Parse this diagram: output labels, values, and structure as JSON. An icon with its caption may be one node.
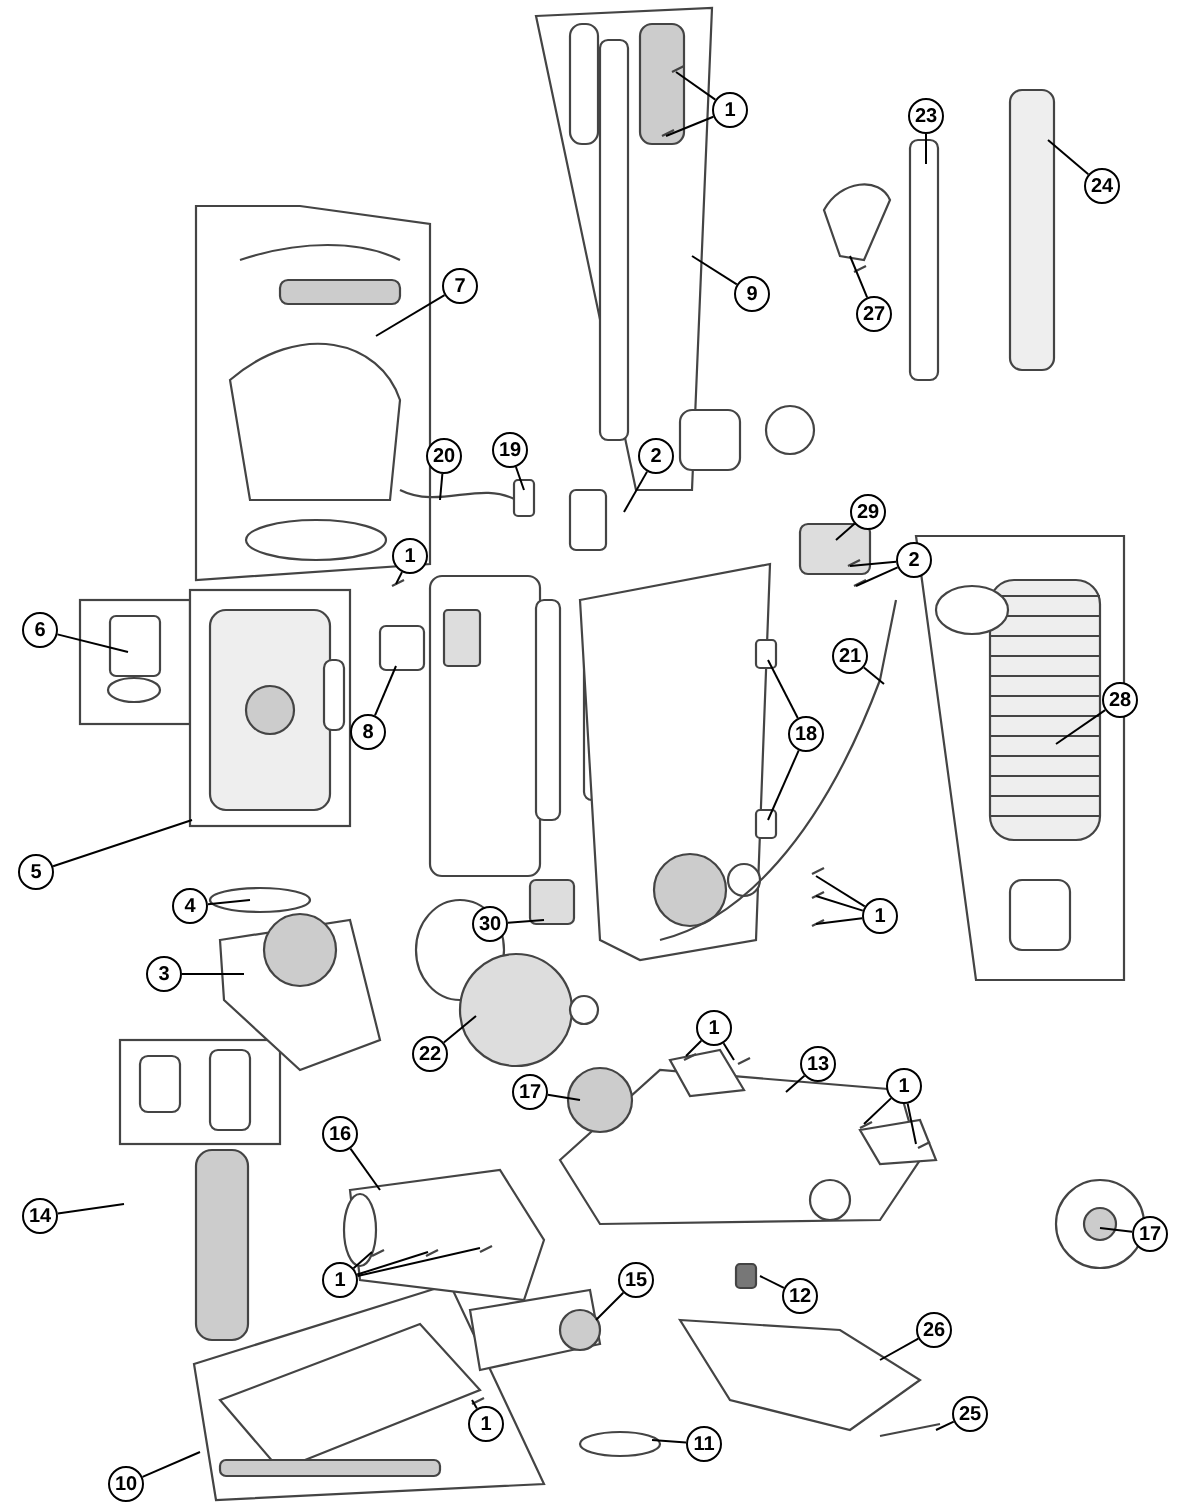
{
  "diagram": {
    "nodes": [
      {
        "text": [
          "1"
        ]
      },
      {
        "text": [
          "9"
        ]
      },
      {
        "text": [
          "23"
        ]
      },
      {
        "text": [
          "24"
        ]
      },
      {
        "text": [
          "7"
        ]
      },
      {
        "text": [
          "27"
        ]
      },
      {
        "text": [
          "20"
        ]
      },
      {
        "text": [
          "19"
        ]
      },
      {
        "text": [
          "2"
        ]
      },
      {
        "text": [
          "29"
        ]
      },
      {
        "text": [
          "2"
        ]
      },
      {
        "text": [
          "1"
        ]
      },
      {
        "text": [
          "6"
        ]
      },
      {
        "text": [
          "8"
        ]
      },
      {
        "text": [
          "21"
        ]
      },
      {
        "text": [
          "18"
        ]
      },
      {
        "text": [
          "28"
        ]
      },
      {
        "text": [
          "5"
        ]
      },
      {
        "text": [
          "4"
        ]
      },
      {
        "text": [
          "1"
        ]
      },
      {
        "text": [
          "30"
        ]
      },
      {
        "text": [
          "3"
        ]
      },
      {
        "text": [
          "22"
        ]
      },
      {
        "text": [
          "1"
        ]
      },
      {
        "text": [
          "13"
        ]
      },
      {
        "text": [
          "1"
        ]
      },
      {
        "text": [
          "17"
        ]
      },
      {
        "text": [
          "16"
        ]
      },
      {
        "text": [
          "14"
        ]
      },
      {
        "text": [
          "1"
        ]
      },
      {
        "text": [
          "17"
        ]
      },
      {
        "text": [
          "15"
        ]
      },
      {
        "text": [
          "12"
        ]
      },
      {
        "text": [
          "26"
        ]
      },
      {
        "text": [
          "1"
        ]
      },
      {
        "text": [
          "25"
        ]
      },
      {
        "text": [
          "11"
        ]
      },
      {
        "text": [
          "10"
        ]
      }
    ],
    "edges": [
      {
        "from": 0,
        "to": null,
        "arrow": "none"
      },
      {
        "from": 0,
        "to": null,
        "arrow": "none"
      },
      {
        "from": 1,
        "to": null,
        "arrow": "none"
      },
      {
        "from": 2,
        "to": null,
        "arrow": "none"
      },
      {
        "from": 3,
        "to": null,
        "arrow": "none"
      },
      {
        "from": 4,
        "to": null,
        "arrow": "none"
      },
      {
        "from": 5,
        "to": null,
        "arrow": "none"
      },
      {
        "from": 6,
        "to": null,
        "arrow": "none"
      },
      {
        "from": 7,
        "to": null,
        "arrow": "none"
      },
      {
        "from": 8,
        "to": null,
        "arrow": "none"
      },
      {
        "from": 9,
        "to": null,
        "arrow": "none"
      },
      {
        "from": 10,
        "to": null,
        "arrow": "none"
      },
      {
        "from": 10,
        "to": null,
        "arrow": "none"
      },
      {
        "from": 11,
        "to": null,
        "arrow": "none"
      },
      {
        "from": 12,
        "to": null,
        "arrow": "none"
      },
      {
        "from": 13,
        "to": null,
        "arrow": "none"
      },
      {
        "from": 14,
        "to": null,
        "arrow": "none"
      },
      {
        "from": 15,
        "to": null,
        "arrow": "none"
      },
      {
        "from": 15,
        "to": null,
        "arrow": "none"
      },
      {
        "from": 16,
        "to": null,
        "arrow": "none"
      },
      {
        "from": 17,
        "to": null,
        "arrow": "none"
      },
      {
        "from": 18,
        "to": null,
        "arrow": "none"
      },
      {
        "from": 19,
        "to": null,
        "arrow": "none"
      },
      {
        "from": 19,
        "to": null,
        "arrow": "none"
      },
      {
        "from": 19,
        "to": null,
        "arrow": "none"
      },
      {
        "from": 20,
        "to": null,
        "arrow": "none"
      },
      {
        "from": 21,
        "to": null,
        "arrow": "none"
      },
      {
        "from": 22,
        "to": null,
        "arrow": "none"
      },
      {
        "from": 23,
        "to": null,
        "arrow": "none"
      },
      {
        "from": 23,
        "to": null,
        "arrow": "none"
      },
      {
        "from": 24,
        "to": null,
        "arrow": "none"
      },
      {
        "from": 25,
        "to": null,
        "arrow": "none"
      },
      {
        "from": 25,
        "to": null,
        "arrow": "none"
      },
      {
        "from": 26,
        "to": null,
        "arrow": "none"
      },
      {
        "from": 27,
        "to": null,
        "arrow": "none"
      },
      {
        "from": 28,
        "to": null,
        "arrow": "none"
      },
      {
        "from": 29,
        "to": null,
        "arrow": "none"
      },
      {
        "from": 29,
        "to": null,
        "arrow": "none"
      },
      {
        "from": 29,
        "to": null,
        "arrow": "none"
      },
      {
        "from": 30,
        "to": null,
        "arrow": "none"
      },
      {
        "from": 31,
        "to": null,
        "arrow": "none"
      },
      {
        "from": 32,
        "to": null,
        "arrow": "none"
      },
      {
        "from": 33,
        "to": null,
        "arrow": "none"
      },
      {
        "from": 34,
        "to": null,
        "arrow": "none"
      },
      {
        "from": 35,
        "to": null,
        "arrow": "none"
      },
      {
        "from": 36,
        "to": null,
        "arrow": "none"
      },
      {
        "from": 37,
        "to": null,
        "arrow": "none"
      }
    ]
  }
}
